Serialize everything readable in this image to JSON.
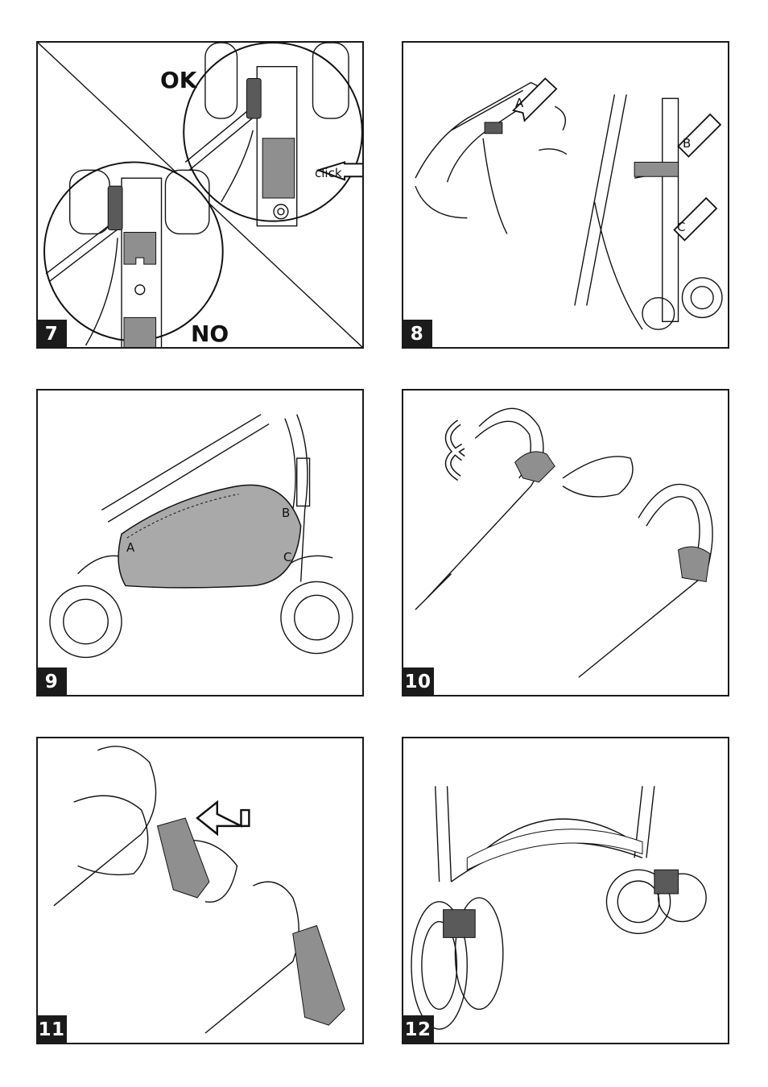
{
  "panels": [
    {
      "number": "7",
      "labels": {
        "ok": "OK",
        "no": "NO",
        "click": "click"
      }
    },
    {
      "number": "8",
      "labels": {
        "a": "A",
        "b": "B",
        "c": "C"
      }
    },
    {
      "number": "9",
      "labels": {
        "a": "A",
        "b": "B",
        "c": "C"
      }
    },
    {
      "number": "10"
    },
    {
      "number": "11"
    },
    {
      "number": "12"
    }
  ],
  "colors": {
    "border": "#1a1a1a",
    "badge": "#1b1b1b",
    "part_dark": "#5a5a5a",
    "part_mid": "#8f8f8f",
    "basket": "#a9a9a9"
  }
}
